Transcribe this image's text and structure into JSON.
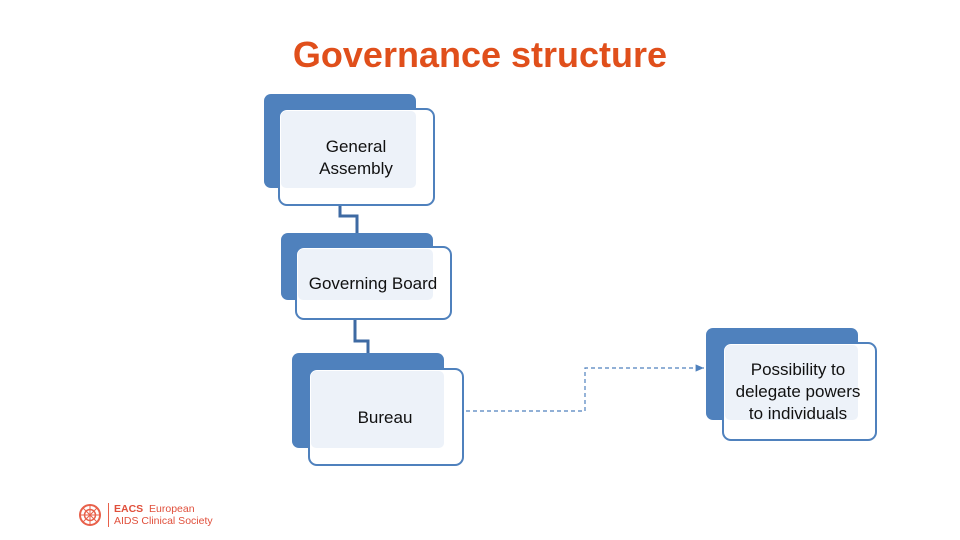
{
  "title": "Governance structure",
  "nodes": {
    "general_assembly": [
      "General",
      "Assembly"
    ],
    "governing_board": [
      "Governing Board"
    ],
    "bureau": [
      "Bureau"
    ],
    "delegate": [
      "Possibility to",
      "delegate powers",
      "to individuals"
    ]
  },
  "logo": {
    "abbr": "EACS",
    "line1": "European",
    "line2": "AIDS Clinical Society"
  },
  "colors": {
    "title": "#e04f1b",
    "box_blue": "#4f81bd",
    "box_fill": "#edf2f9"
  }
}
